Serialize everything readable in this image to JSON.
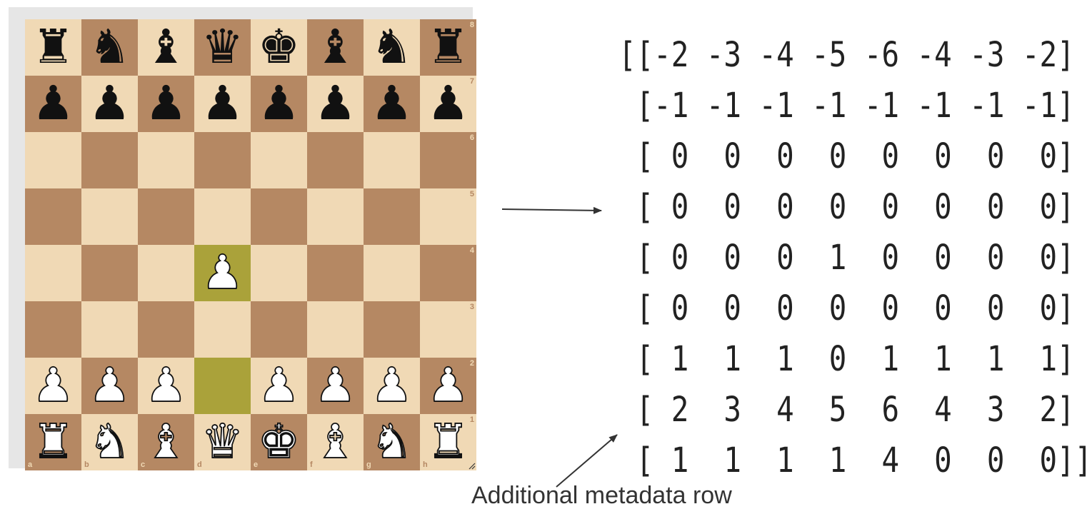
{
  "colors": {
    "light_square": "#f0d9b5",
    "dark_square": "#b58863",
    "highlight_square": "#aaa23a",
    "light_label": "#b58863",
    "dark_label": "#f0d9b5"
  },
  "board": {
    "ranks": [
      "8",
      "7",
      "6",
      "5",
      "4",
      "3",
      "2",
      "1"
    ],
    "files": [
      "a",
      "b",
      "c",
      "d",
      "e",
      "f",
      "g",
      "h"
    ],
    "highlighted_squares": [
      "d4",
      "d2"
    ],
    "position": [
      [
        "bR",
        "bN",
        "bB",
        "bQ",
        "bK",
        "bB",
        "bN",
        "bR"
      ],
      [
        "bP",
        "bP",
        "bP",
        "bP",
        "bP",
        "bP",
        "bP",
        "bP"
      ],
      [
        "",
        "",
        "",
        "",
        "",
        "",
        "",
        ""
      ],
      [
        "",
        "",
        "",
        "",
        "",
        "",
        "",
        ""
      ],
      [
        "",
        "",
        "",
        "wP",
        "",
        "",
        "",
        ""
      ],
      [
        "",
        "",
        "",
        "",
        "",
        "",
        "",
        ""
      ],
      [
        "wP",
        "wP",
        "wP",
        "",
        "wP",
        "wP",
        "wP",
        "wP"
      ],
      [
        "wR",
        "wN",
        "wB",
        "wQ",
        "wK",
        "wB",
        "wN",
        "wR"
      ]
    ]
  },
  "matrix": {
    "rows": [
      "[[-2 -3 -4 -5 -6 -4 -3 -2]",
      " [-1 -1 -1 -1 -1 -1 -1 -1]",
      " [ 0  0  0  0  0  0  0  0]",
      " [ 0  0  0  0  0  0  0  0]",
      " [ 0  0  0  1  0  0  0  0]",
      " [ 0  0  0  0  0  0  0  0]",
      " [ 1  1  1  0  1  1  1  1]",
      " [ 2  3  4  5  6  4  3  2]",
      " [ 1  1  1  1  4  0  0  0]]"
    ]
  },
  "caption": "Additional metadata row"
}
